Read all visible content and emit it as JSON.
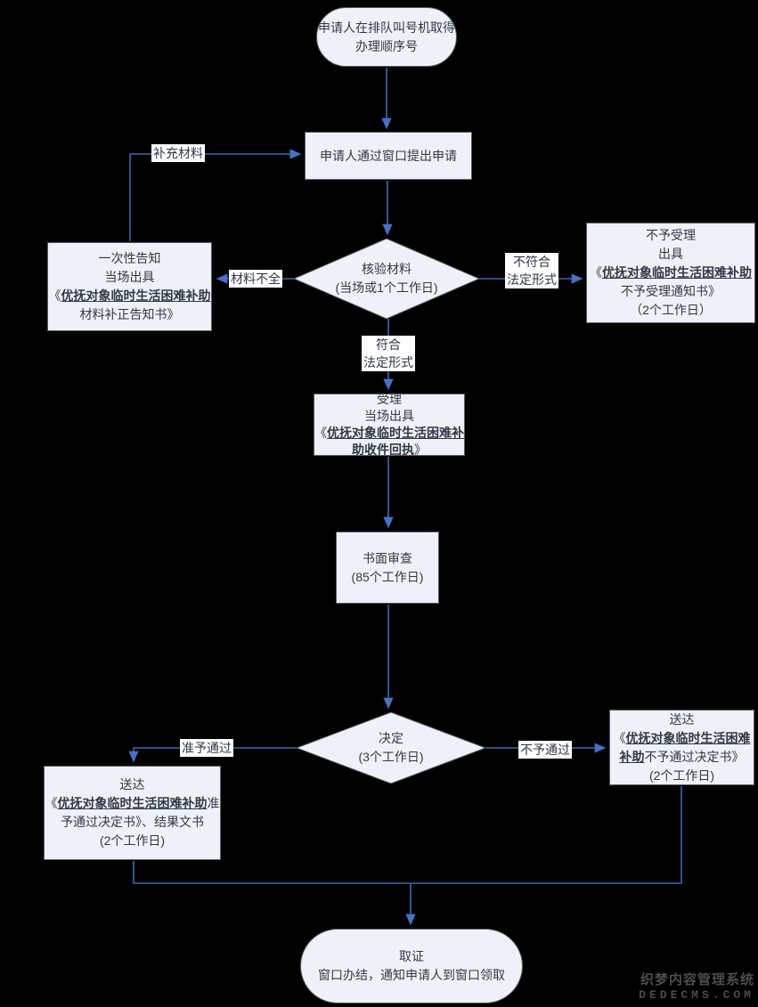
{
  "colors": {
    "background": "#000000",
    "shape_fill": "#eef1f8",
    "shape_border": "#565c66",
    "text": "#313947",
    "arrow": "#4268ab",
    "arrowhead": "#4472c4",
    "label_background": "#fdfdfd",
    "watermark_text": "#4c4c4c"
  },
  "nodes": {
    "start": {
      "shape": "terminator",
      "lines": [
        "申请人在排队叫号机取得",
        "办理顺序号"
      ]
    },
    "apply": {
      "shape": "process",
      "lines": [
        "申请人通过窗口提出申请"
      ]
    },
    "verify": {
      "shape": "decision",
      "lines": [
        "核验材料",
        "(当场或1个工作日)"
      ]
    },
    "notify_correct": {
      "shape": "process",
      "lines": [
        "一次性告知",
        "当场出具",
        "《__优抚对象临时生活困难补助__",
        "材料补正告知书》"
      ]
    },
    "reject_accept": {
      "shape": "process",
      "lines": [
        "不予受理",
        "出具",
        "《__优抚对象临时生活困难补助__",
        "不予受理通知书》",
        "（2个工作日）"
      ]
    },
    "accept": {
      "shape": "process",
      "lines": [
        "受理",
        "当场出具",
        "《__优抚对象临时生活困难补__",
        "__助收件回执__》"
      ]
    },
    "review": {
      "shape": "process",
      "lines": [
        "书面审查",
        "(85个工作日)"
      ]
    },
    "decide": {
      "shape": "decision",
      "lines": [
        "决定",
        "(3个工作日)"
      ]
    },
    "deliver_approve": {
      "shape": "process",
      "lines": [
        "送达",
        "《__优抚对象临时生活困难补助__准",
        "予通过决定书》、结果文书",
        "(2个工作日)"
      ]
    },
    "deliver_reject": {
      "shape": "process",
      "lines": [
        "送达",
        "《__优抚对象临时生活困难__",
        "__补助__不予通过决定书》",
        "(2个工作日)"
      ]
    },
    "end": {
      "shape": "terminator",
      "lines": [
        "取证",
        "窗口办结，通知申请人到窗口领取"
      ]
    }
  },
  "edge_labels": {
    "supplement": "补充材料",
    "incomplete": "材料不全",
    "not_legal": "不符合\n法定形式",
    "legal": "符合\n法定形式",
    "approved": "准予通过",
    "not_approved": "不予通过"
  },
  "watermark": {
    "line1": "织梦内容管理系统",
    "line2": "DEDECMS.COM"
  }
}
